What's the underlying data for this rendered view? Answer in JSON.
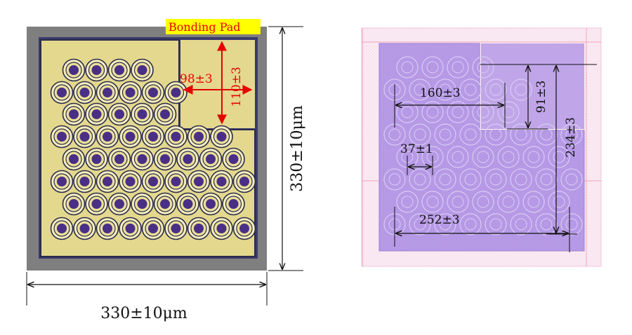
{
  "left_figure": {
    "pad_label": "Bonding Pad",
    "dim_horizontal_cut": "98±3",
    "dim_vertical_cut": "110±3",
    "dim_height": "330±10μm",
    "dim_width": "330±10μm"
  },
  "right_figure": {
    "dim_pitch_span": "160±3",
    "dim_pitch": "37±1",
    "dim_total_span": "252±3",
    "dim_cut_height": "91±3",
    "dim_total_height": "234±3"
  },
  "colors": {
    "frame_gray": "#7f7f7f",
    "pad_gold": "#e3d88e",
    "hole_purple": "#4a2f86",
    "annotation_red": "#e60000",
    "label_bg_yellow": "#ffff00",
    "layout_purple": "#b79ae6"
  }
}
